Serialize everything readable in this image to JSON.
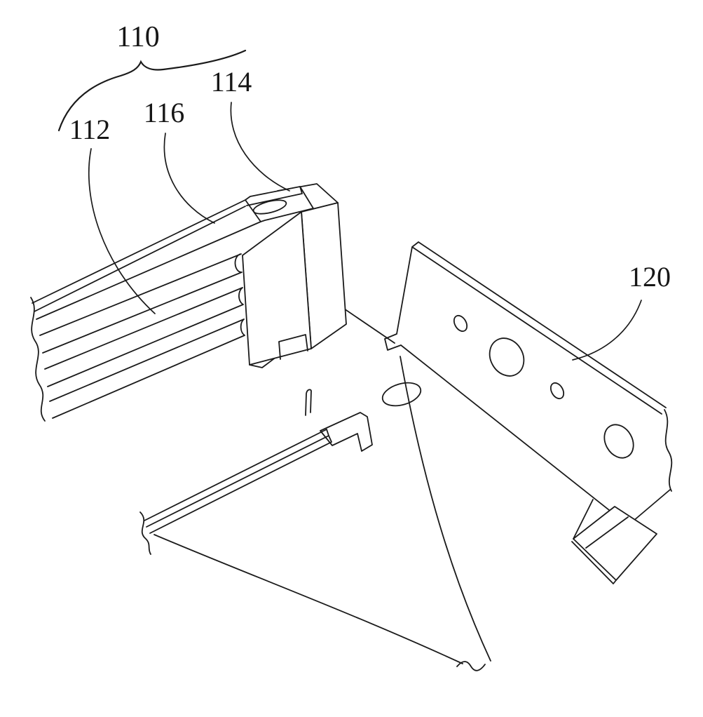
{
  "figure": {
    "kind": "patent-style-line-drawing",
    "ink_color": "#1a1a1a",
    "background_color": "#ffffff",
    "labels": {
      "group_110": "110",
      "part_112": "112",
      "part_114": "114",
      "part_116": "116",
      "part_120": "120"
    }
  }
}
